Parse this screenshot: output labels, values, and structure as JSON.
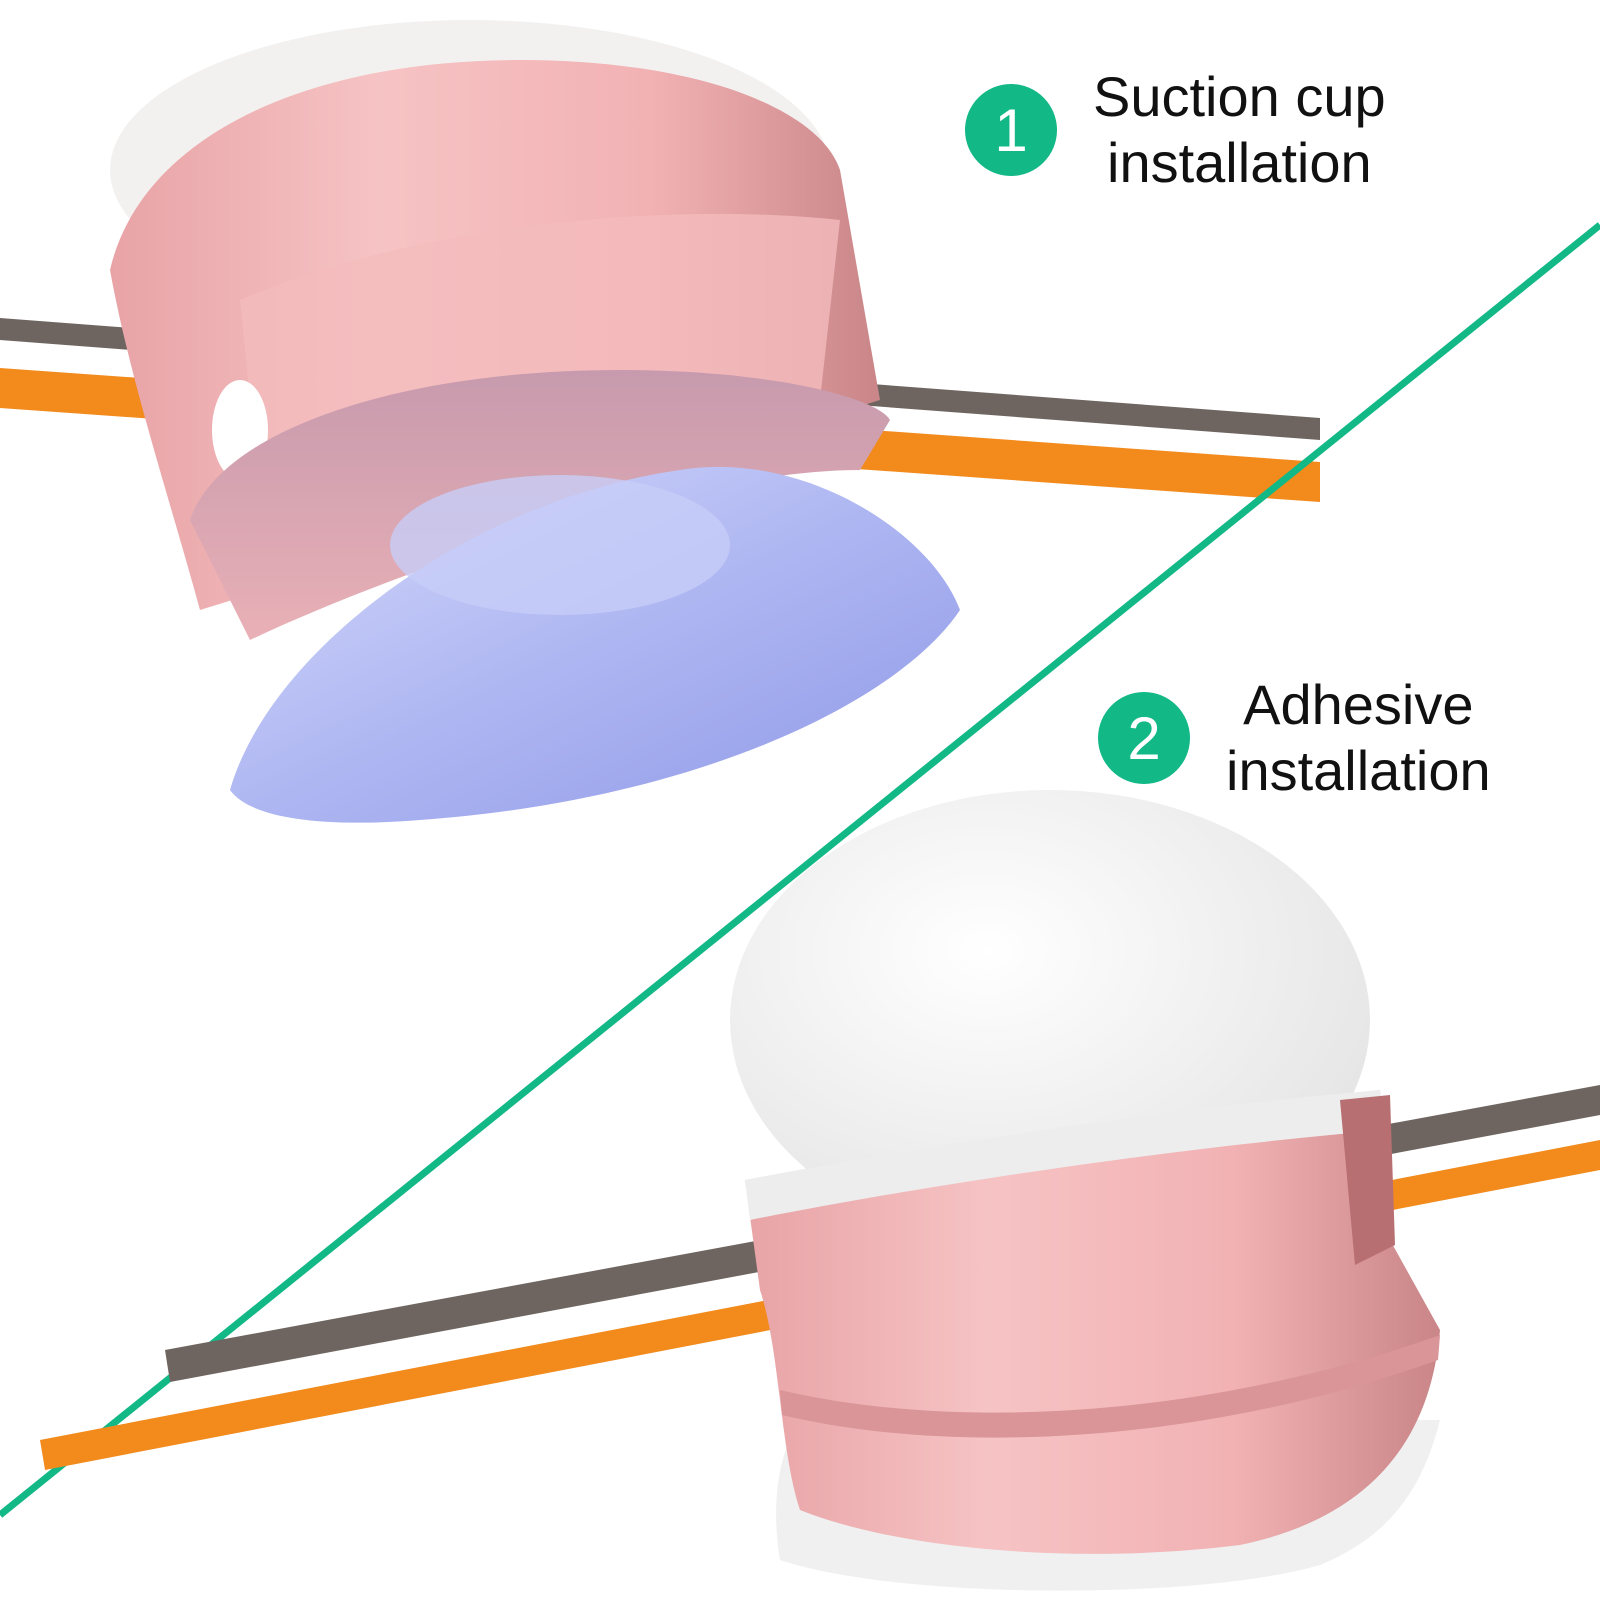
{
  "colors": {
    "accent_green": "#12b886",
    "pink": "#f2b3b5",
    "pink_dark": "#d99597",
    "suction_blue": "#aab3f0",
    "bulb_white": "#f1f1f1",
    "wire_orange": "#f28a1c",
    "wire_gray": "#6e6560"
  },
  "steps": [
    {
      "number": "1",
      "label": "Suction cup\ninstallation",
      "icon": "suction-cup-lamp"
    },
    {
      "number": "2",
      "label": "Adhesive\ninstallation",
      "icon": "adhesive-lamp"
    }
  ]
}
